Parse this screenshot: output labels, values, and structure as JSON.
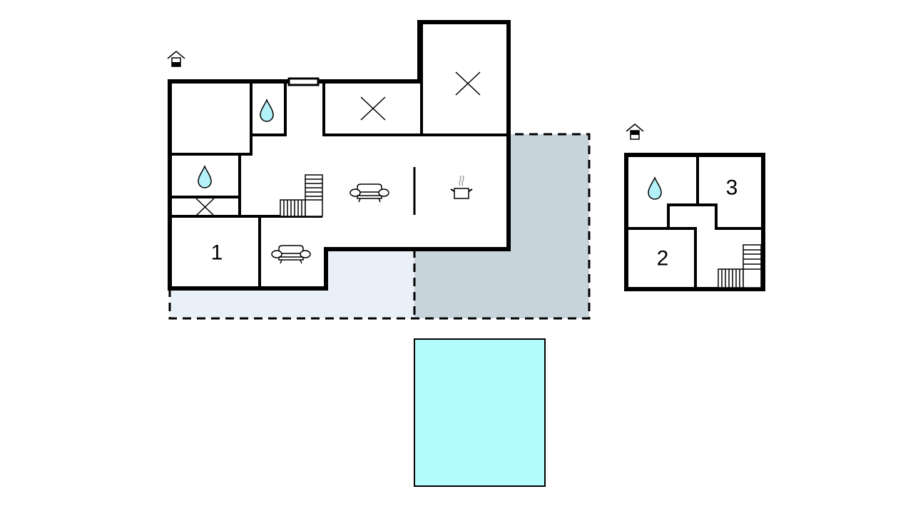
{
  "colors": {
    "terrace_light": "#e9f0f8",
    "terrace_dark": "#c8d4dc",
    "pool": "#b3fdfd",
    "water_drop": "#b3f2f8",
    "wall": "#000000"
  },
  "main_building": {
    "entrance_icon": "house-entrance-icon",
    "rooms": [
      {
        "type": "bedroom",
        "label": "1"
      },
      {
        "type": "bathroom",
        "icon": "water-drop-icon"
      },
      {
        "type": "bathroom",
        "icon": "water-drop-icon"
      },
      {
        "type": "living",
        "icon": "sofa-icon"
      },
      {
        "type": "living",
        "icon": "sofa-icon"
      },
      {
        "type": "kitchen",
        "icon": "cooking-pot-icon"
      },
      {
        "type": "other",
        "icon": "cross-icon"
      },
      {
        "type": "other",
        "icon": "cross-icon"
      },
      {
        "type": "other",
        "icon": "cross-icon"
      }
    ]
  },
  "annex": {
    "entrance_icon": "house-entrance-icon",
    "rooms": [
      {
        "type": "bedroom",
        "label": "2"
      },
      {
        "type": "bedroom",
        "label": "3"
      },
      {
        "type": "bathroom",
        "icon": "water-drop-icon"
      }
    ]
  },
  "outdoor": [
    "terrace",
    "covered-terrace",
    "pool"
  ]
}
